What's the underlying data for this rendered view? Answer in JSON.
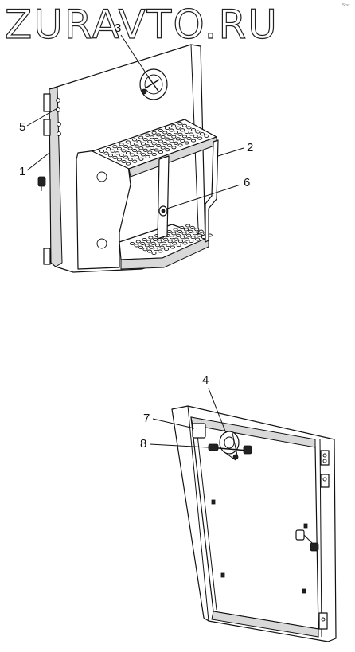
{
  "watermark": {
    "text": "ZURAVTO.RU"
  },
  "corner_note": "Stst",
  "callouts": {
    "c1": "1",
    "c2": "2",
    "c3": "3",
    "c4": "4",
    "c5": "5",
    "c6": "6",
    "c7": "7",
    "c8": "8"
  }
}
